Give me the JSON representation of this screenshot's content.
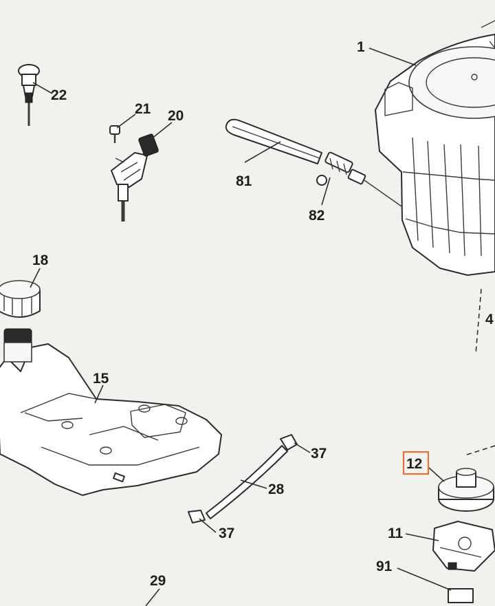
{
  "accent_color": "#e0742f",
  "callouts": [
    {
      "id": "c1",
      "text": "1"
    },
    {
      "id": "c22",
      "text": "22"
    },
    {
      "id": "c21",
      "text": "21"
    },
    {
      "id": "c20",
      "text": "20"
    },
    {
      "id": "c81",
      "text": "81"
    },
    {
      "id": "c82",
      "text": "82"
    },
    {
      "id": "c18",
      "text": "18"
    },
    {
      "id": "c4",
      "text": "4"
    },
    {
      "id": "c15",
      "text": "15"
    },
    {
      "id": "c37a",
      "text": "37"
    },
    {
      "id": "c28",
      "text": "28"
    },
    {
      "id": "c37b",
      "text": "37"
    },
    {
      "id": "c12",
      "text": "12",
      "highlighted": true
    },
    {
      "id": "c11",
      "text": "11"
    },
    {
      "id": "c91",
      "text": "91"
    },
    {
      "id": "c29",
      "text": "29"
    }
  ]
}
